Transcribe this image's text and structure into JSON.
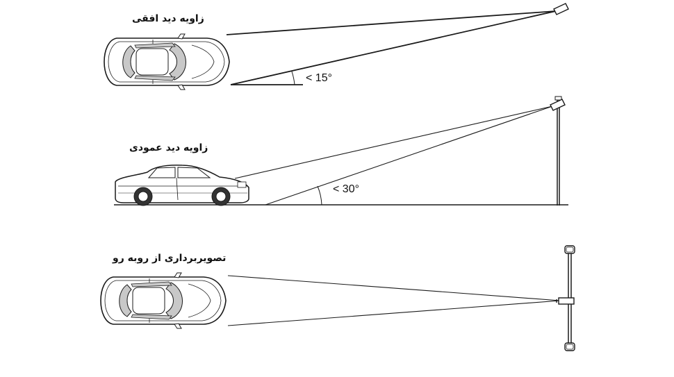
{
  "panels": {
    "horizontal": {
      "caption": "زاویه دید افقی",
      "angle": "< 15°"
    },
    "vertical": {
      "caption": "زاویه دید عمودی",
      "angle": "< 30°"
    },
    "frontal": {
      "caption": "تصویربرداری از روبه رو"
    }
  },
  "colors": {
    "line": "#1a1a1a",
    "glass": "#c8c8c8",
    "body": "#ffffff"
  },
  "icons": {
    "car_top": "car-top-view-icon",
    "car_side": "car-side-view-icon",
    "camera": "camera-icon",
    "pole": "pole-icon"
  }
}
